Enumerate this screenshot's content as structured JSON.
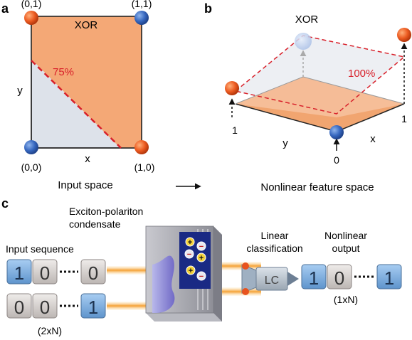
{
  "panel_a": {
    "label": "a",
    "title": "XOR",
    "corner_00": "(0,0)",
    "corner_01": "(0,1)",
    "corner_10": "(1,0)",
    "corner_11": "(1,1)",
    "accuracy": "75%",
    "x_label": "x",
    "y_label": "y",
    "caption": "Input space"
  },
  "panel_b": {
    "label": "b",
    "title": "XOR",
    "accuracy": "100%",
    "y_label": "y",
    "x_label": "x",
    "tick_y1": "1",
    "tick_x1": "1",
    "tick_origin": "0",
    "caption": "Nonlinear feature space"
  },
  "panel_c": {
    "label": "c",
    "condensate_label_line1": "Exciton-polariton",
    "condensate_label_line2": "condensate",
    "input_label": "Input sequence",
    "input_dims": "(2xN)",
    "input_row1": [
      "1",
      "0",
      "0"
    ],
    "input_row2": [
      "0",
      "0",
      "1"
    ],
    "lc_label_line1": "Linear",
    "lc_label_line2": "classification",
    "lc_box": "LC",
    "output_label_line1": "Nonlinear",
    "output_label_line2": "output",
    "output_values": [
      "1",
      "0",
      "1"
    ],
    "output_dims": "(1xN)",
    "plus_sign": "+",
    "minus_sign": "−"
  },
  "colors": {
    "orange_fill": "#f4a876",
    "orange_ball": "#e8531e",
    "blue_ball": "#3a6fc4",
    "red_dash": "#d8202a",
    "gray_fill": "#dde2ea",
    "cube_blue": "#7fb0e0",
    "cube_gray": "#d9d4d2",
    "beam": "#f7a23c"
  }
}
